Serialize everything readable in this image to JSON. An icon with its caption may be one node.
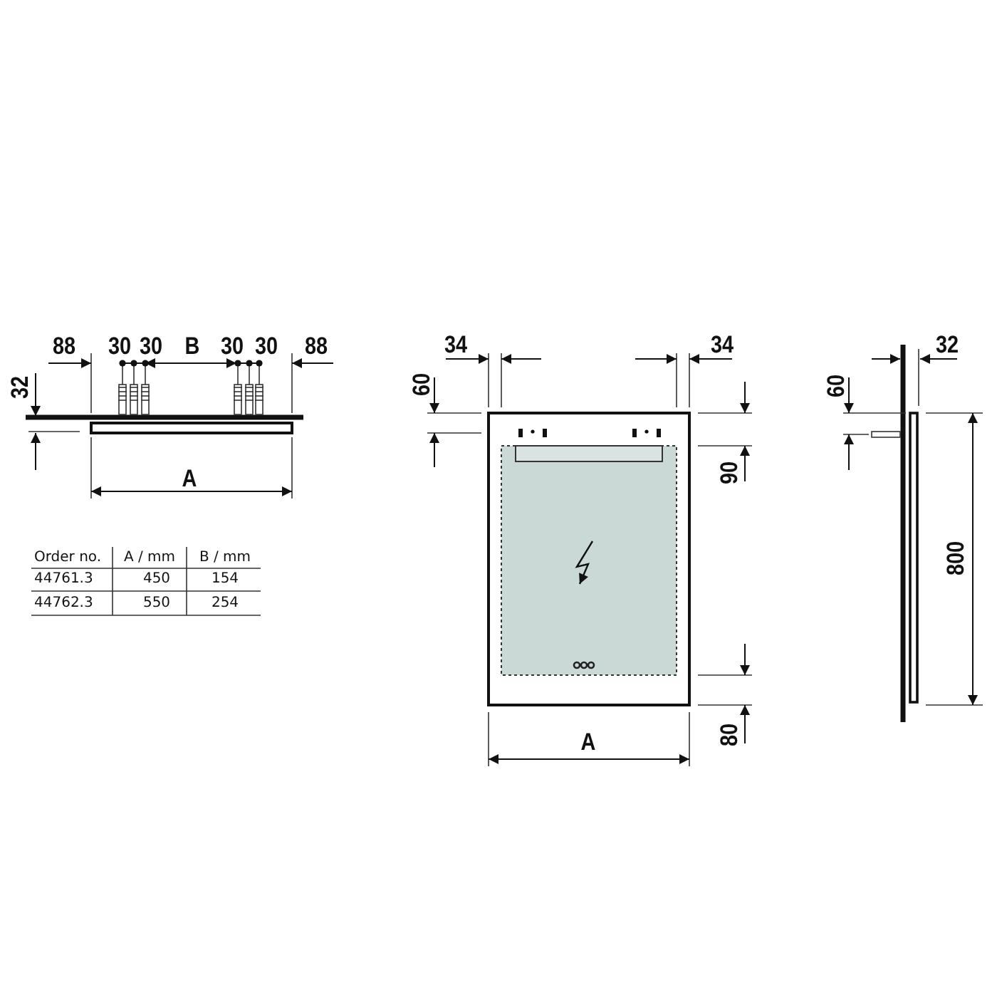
{
  "diagram": {
    "labels": [
      "88",
      "30",
      "30",
      "B",
      "30",
      "30",
      "88",
      "32",
      "A",
      "Order no.",
      "A / mm",
      "B / mm",
      "44761.3",
      "450",
      "154",
      "44762.3",
      "550",
      "254",
      "34",
      "34",
      "60",
      "90",
      "A",
      "80",
      "32",
      "60",
      "800"
    ]
  }
}
